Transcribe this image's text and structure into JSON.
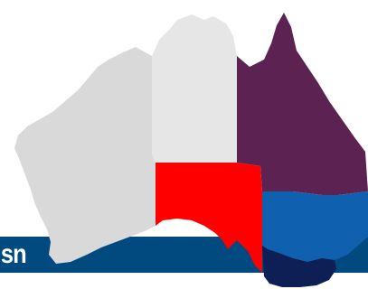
{
  "banner": {
    "text": "sn",
    "color": "#004a80"
  },
  "regions": [
    {
      "name": "west",
      "color": "#d9d9d9"
    },
    {
      "name": "north",
      "color": "#e6e6e6"
    },
    {
      "name": "northeast",
      "color": "#5c2252"
    },
    {
      "name": "south",
      "color": "#ff0000"
    },
    {
      "name": "southeast",
      "color": "#1060b0"
    },
    {
      "name": "south-tip",
      "color": "#0e1f55"
    }
  ]
}
